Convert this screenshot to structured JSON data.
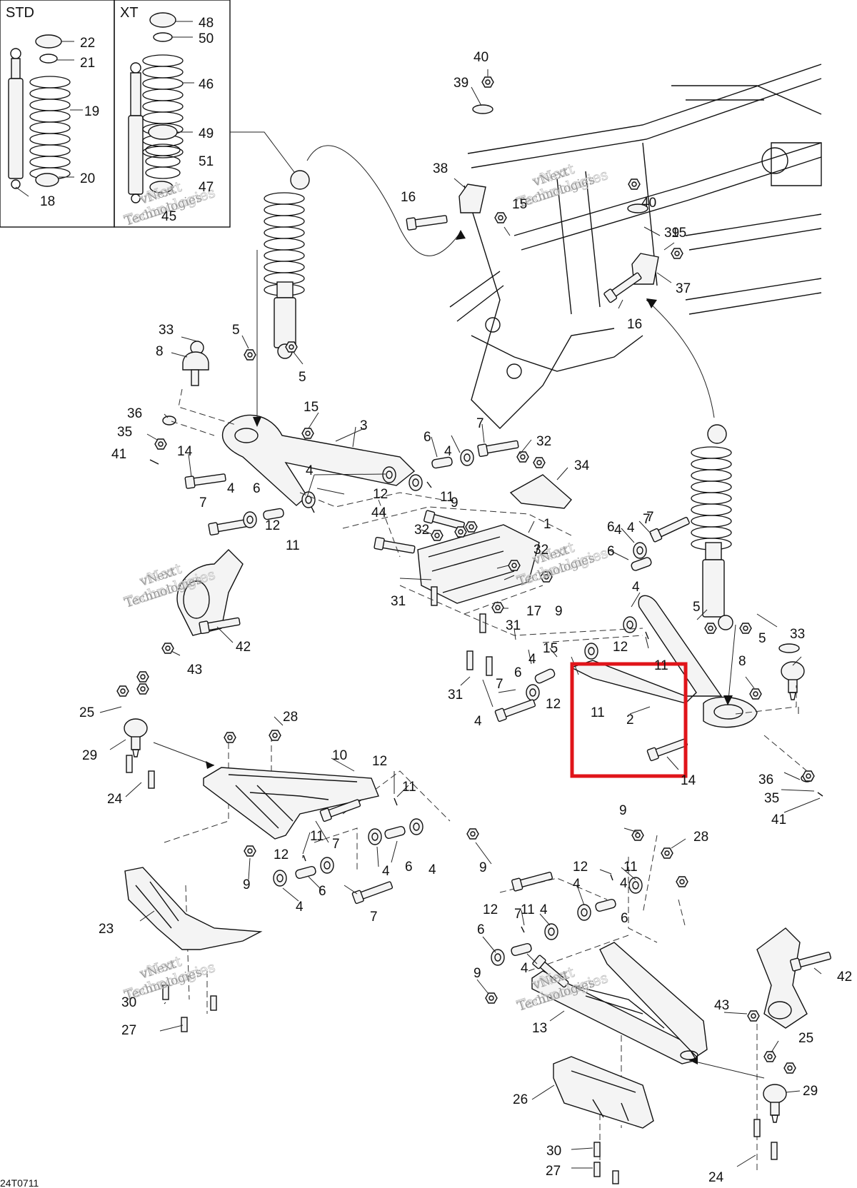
{
  "diagram": {
    "drawing_code": "24T0711",
    "panels": [
      {
        "label": "STD",
        "callouts": [
          "22",
          "21",
          "19",
          "20",
          "18"
        ]
      },
      {
        "label": "XT",
        "callouts": [
          "48",
          "50",
          "46",
          "49",
          "51",
          "47",
          "45"
        ]
      }
    ],
    "watermark": {
      "line1": "vNext",
      "line2": "Technologies"
    },
    "highlight": {
      "color": "#e0141a",
      "encloses": [
        "11",
        "2",
        "14"
      ]
    },
    "callouts": [
      "40",
      "39",
      "38",
      "16",
      "15",
      "40",
      "39",
      "15",
      "37",
      "16",
      "33",
      "8",
      "5",
      "5",
      "36",
      "35",
      "41",
      "15",
      "3",
      "14",
      "4",
      "6",
      "4",
      "7",
      "12",
      "11",
      "7",
      "4",
      "6",
      "12",
      "11",
      "44",
      "6",
      "4",
      "7",
      "32",
      "34",
      "9",
      "32",
      "1",
      "31",
      "32",
      "17",
      "9",
      "31",
      "42",
      "43",
      "4",
      "7",
      "6",
      "4",
      "12",
      "11",
      "5",
      "5",
      "33",
      "8",
      "15",
      "4",
      "6",
      "31",
      "7",
      "4",
      "12",
      "11",
      "2",
      "14",
      "36",
      "35",
      "41",
      "25",
      "29",
      "24",
      "28",
      "10",
      "12",
      "11",
      "11",
      "7",
      "12",
      "9",
      "6",
      "4",
      "4",
      "6",
      "4",
      "7",
      "9",
      "23",
      "30",
      "27",
      "9",
      "28",
      "12",
      "11",
      "4",
      "4",
      "7",
      "12",
      "11",
      "4",
      "6",
      "4",
      "6",
      "9",
      "13",
      "43",
      "42",
      "25",
      "29",
      "26",
      "30",
      "27",
      "24"
    ]
  },
  "colors": {
    "line": "#111111",
    "highlight": "#e0141a",
    "watermark": "#bdbdbd"
  }
}
